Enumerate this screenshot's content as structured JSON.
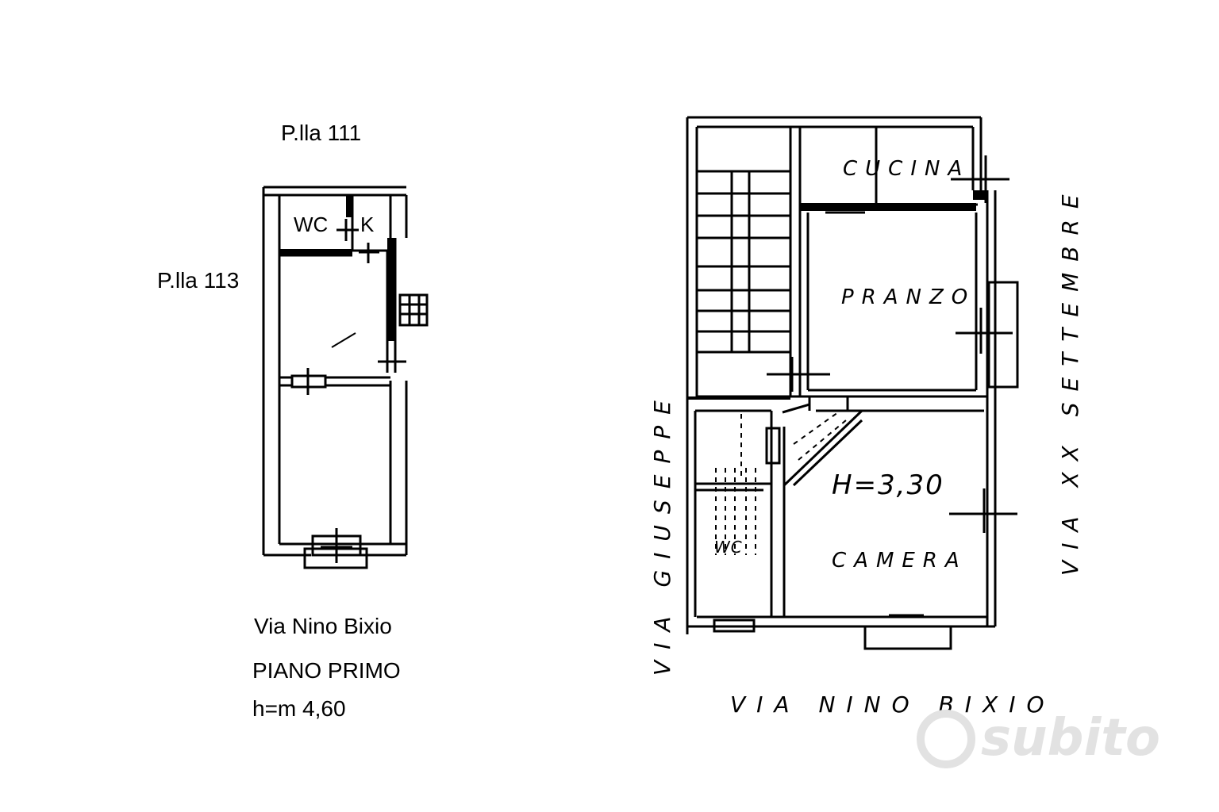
{
  "left_plan": {
    "parcel_top": "P.lla 111",
    "parcel_left": "P.lla 113",
    "room_wc": "WC",
    "room_k": "K",
    "street": "Via Nino Bixio",
    "floor": "PIANO PRIMO",
    "height": "h=m 4,60"
  },
  "right_plan": {
    "room_kitchen": "CUCINA",
    "room_dining": "PRANZO",
    "room_bedroom": "CAMERA",
    "room_wc": "WC",
    "height": "H=3,30",
    "street_bottom": "VIA NINO BIXIO",
    "street_left": "VIA GIUSEPPE",
    "street_right": "VIA XX SETTEMBRE"
  },
  "watermark": "subito"
}
